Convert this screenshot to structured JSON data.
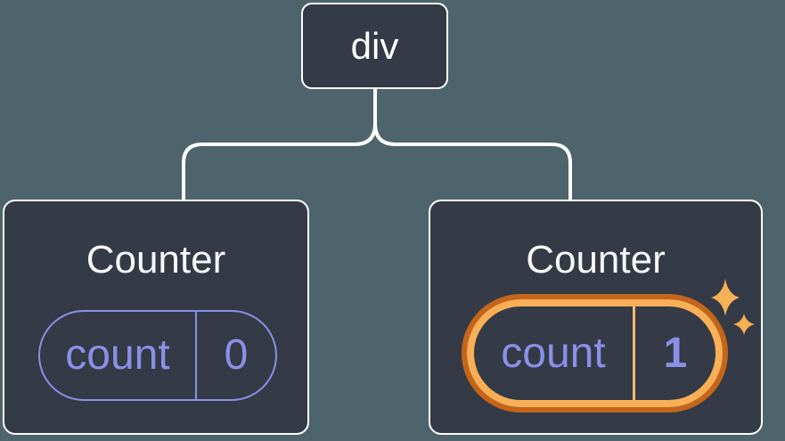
{
  "colors": {
    "page-bg": "#4E646C",
    "card-bg": "#343A46",
    "line-white": "#FFFFFF",
    "text-white": "#F6F7F9",
    "accent-purple": "#8A90E8",
    "orange-outer": "#C4651A",
    "orange-inner": "#F8AF56",
    "orange-divider": "#FABB66",
    "sparkle": "#F6B055"
  },
  "diagram": {
    "root_node": {
      "label": "div"
    },
    "counters": [
      {
        "title": "Counter",
        "state_key": "count",
        "state_value": "0",
        "highlighted": false
      },
      {
        "title": "Counter",
        "state_key": "count",
        "state_value": "1",
        "highlighted": true
      }
    ]
  }
}
